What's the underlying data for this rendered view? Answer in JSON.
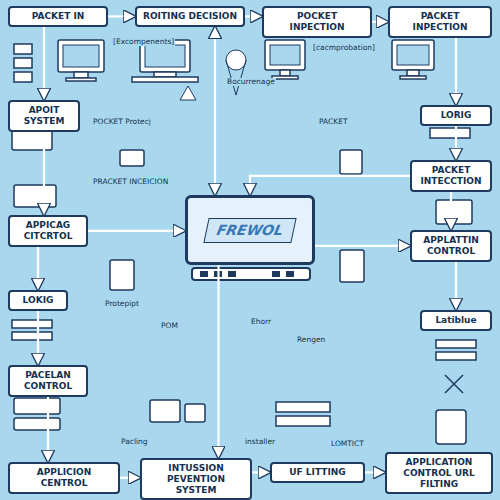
{
  "diagram": {
    "nodes": [
      {
        "text": [
          "PACKET IN"
        ]
      },
      {
        "text": [
          "ROITING DECISION"
        ]
      },
      {
        "text": [
          "POCKET INPECTION"
        ]
      },
      {
        "text": [
          "PACKET INPECTION"
        ]
      },
      {
        "text": [
          "APOIT SYSTEM"
        ]
      },
      {
        "text": [
          "LORIG"
        ]
      },
      {
        "text": [
          "PACKET INTECCTION"
        ]
      },
      {
        "text": [
          "APPICAG CITCRTOL"
        ]
      },
      {
        "text": [
          "FREWOL"
        ]
      },
      {
        "text": [
          "APPLATTIN CONTROL"
        ]
      },
      {
        "text": [
          "LOKIG"
        ]
      },
      {
        "text": [
          "Latiblue"
        ]
      },
      {
        "text": [
          "PACELAN CONTROL"
        ]
      },
      {
        "text": [
          "APPLICION CENTROL"
        ]
      },
      {
        "text": [
          "INTUSSION PEVENTION SYSTEM"
        ]
      },
      {
        "text": [
          "UF LITTING"
        ]
      },
      {
        "text": [
          "APPLICATION CONTROL URL FILTING"
        ]
      }
    ],
    "edges": [
      {
        "from": 0,
        "to": 1,
        "arrow": "to"
      },
      {
        "from": 1,
        "to": 2,
        "arrow": "to"
      },
      {
        "from": 2,
        "to": 3,
        "arrow": "to"
      },
      {
        "from": 0,
        "to": 4,
        "arrow": "to"
      },
      {
        "from": 3,
        "to": 5,
        "arrow": "to"
      },
      {
        "from": 5,
        "to": 6,
        "arrow": "to"
      },
      {
        "from": 4,
        "to": 7,
        "arrow": "to"
      },
      {
        "from": 7,
        "to": 10,
        "arrow": "to"
      },
      {
        "from": 10,
        "to": 12,
        "arrow": "to"
      },
      {
        "from": 12,
        "to": 13,
        "arrow": "to"
      },
      {
        "from": 13,
        "to": 14,
        "arrow": "to"
      },
      {
        "from": 14,
        "to": 15,
        "arrow": "to"
      },
      {
        "from": 15,
        "to": 16,
        "arrow": "to"
      },
      {
        "from": 6,
        "to": 9,
        "arrow": "to"
      },
      {
        "from": 9,
        "to": 11,
        "arrow": "to"
      },
      {
        "from": 1,
        "to": 8,
        "arrow": "both"
      },
      {
        "from": 7,
        "to": 8,
        "arrow": "to"
      },
      {
        "from": 8,
        "to": 9,
        "arrow": "to"
      },
      {
        "from": 6,
        "to": 8,
        "arrow": "to"
      },
      {
        "from": 8,
        "to": 14,
        "arrow": "to"
      }
    ],
    "labels": [
      "[Excompenents]",
      "[cacmprobation]",
      "Bocurrenage",
      "POCKET Protecj",
      "PACKET",
      "PRACKET INCEICION",
      "Protepipt",
      "POM",
      "Ehorr",
      "Rengen",
      "Pacling",
      "installer",
      "LOMTICT"
    ]
  }
}
